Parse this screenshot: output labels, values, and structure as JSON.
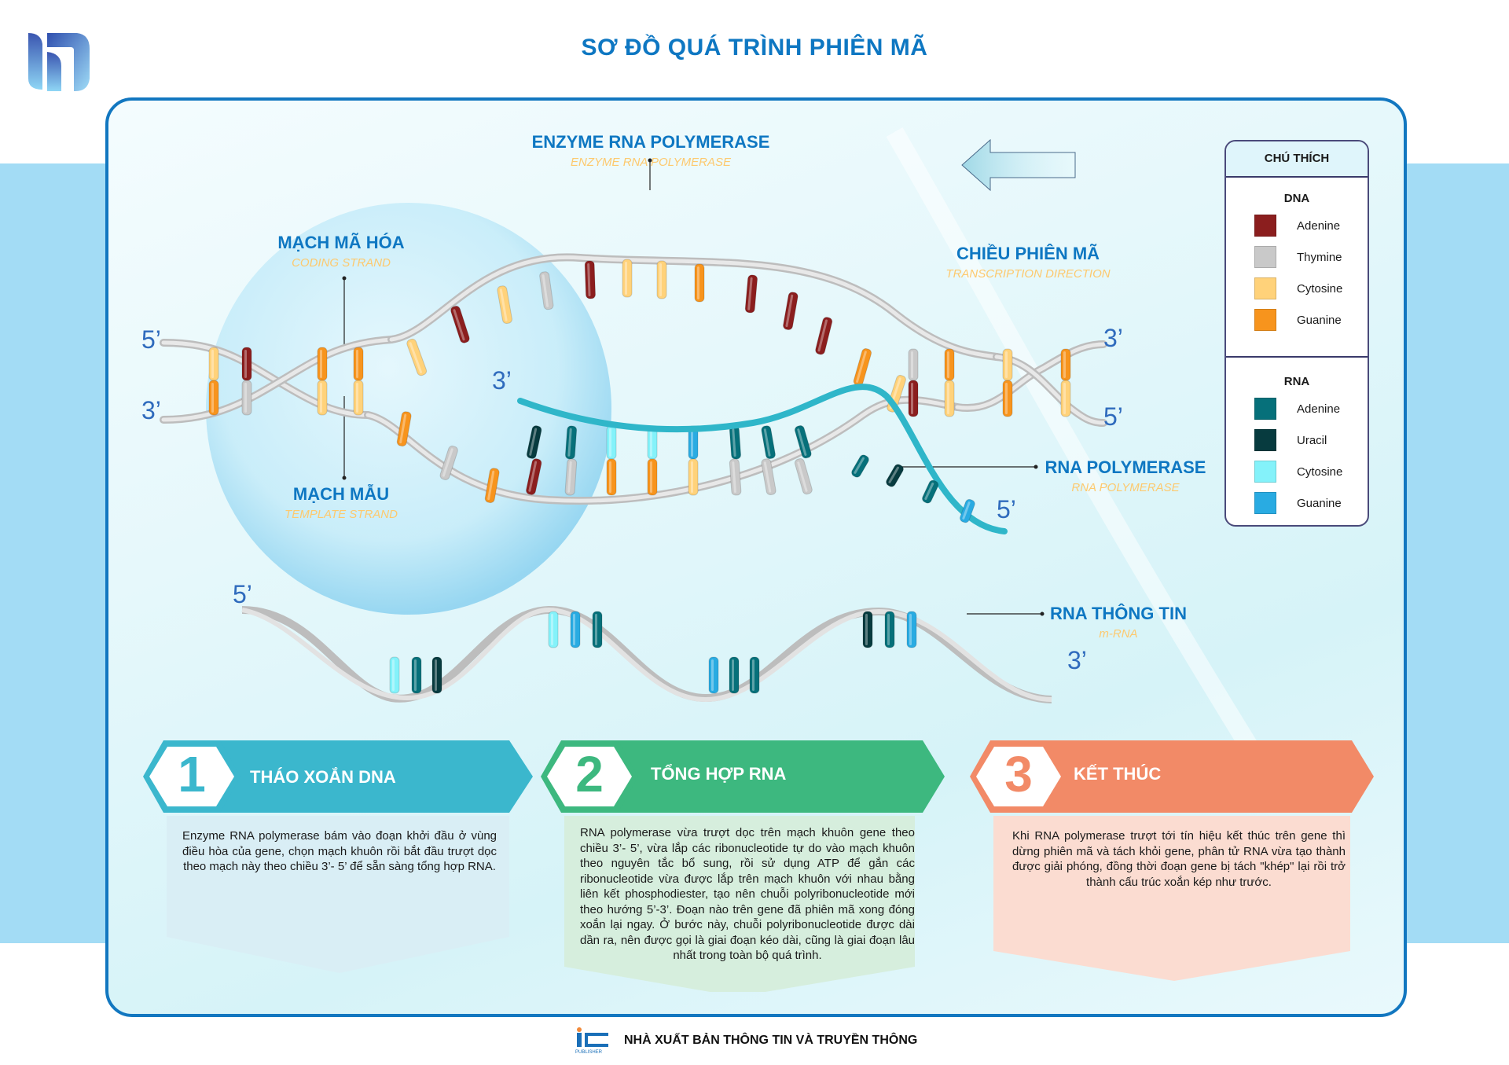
{
  "page": {
    "title": "SƠ ĐỒ QUÁ TRÌNH PHIÊN MÃ",
    "logo_icon": "publisher-logo-icon"
  },
  "colors": {
    "title_blue": "#0e77c2",
    "subtitle_yellow": "#fdc96e",
    "band_blue": "#a3dcf5",
    "frame_border": "#1277c0",
    "step1": "#3bb7cd",
    "step2": "#3db87f",
    "step3": "#f28a67"
  },
  "labels": {
    "enzyme": {
      "vi": "ENZYME RNA POLYMERASE",
      "en": "ENZYME RNA POLYMERASE"
    },
    "coding": {
      "vi": "MẠCH MÃ HÓA",
      "en": "CODING STRAND"
    },
    "template": {
      "vi": "MẠCH MẪU",
      "en": "TEMPLATE STRAND"
    },
    "direction": {
      "vi": "CHIỀU PHIÊN MÃ",
      "en": "TRANSCRIPTION DIRECTION"
    },
    "rna_pol": {
      "vi": "RNA POLYMERASE",
      "en": "RNA POLYMERASE"
    },
    "mrna": {
      "vi": "RNA THÔNG TIN",
      "en": "m-RNA"
    }
  },
  "primes": {
    "dna_left_top": "5’",
    "dna_left_bottom": "3’",
    "dna_right_top": "3’",
    "dna_right_bottom": "5’",
    "rna_3": "3’",
    "rna_5": "5’",
    "mrna_5": "5’",
    "mrna_3": "3’"
  },
  "legend": {
    "title": "CHÚ THÍCH",
    "sections": [
      {
        "title": "DNA",
        "items": [
          {
            "name": "Adenine",
            "color": "#8b1e1e"
          },
          {
            "name": "Thymine",
            "color": "#c9c9c9"
          },
          {
            "name": "Cytosine",
            "color": "#ffd27a"
          },
          {
            "name": "Guanine",
            "color": "#f7941d"
          }
        ]
      },
      {
        "title": "RNA",
        "items": [
          {
            "name": "Adenine",
            "color": "#06707a"
          },
          {
            "name": "Uracil",
            "color": "#073b3f"
          },
          {
            "name": "Cytosine",
            "color": "#84f2fa"
          },
          {
            "name": "Guanine",
            "color": "#29abe2"
          }
        ]
      }
    ]
  },
  "steps": [
    {
      "number": "1",
      "title": "THÁO XOẮN DNA",
      "body": "Enzyme RNA polymerase bám vào đoạn khởi đầu ở vùng điều hòa của gene, chọn mạch khuôn rồi bắt đầu trượt dọc theo mạch này theo chiều 3’- 5’ để sẵn sàng tổng hợp RNA."
    },
    {
      "number": "2",
      "title": "TỔNG HỢP RNA",
      "body": "RNA polymerase vừa trượt dọc trên mạch khuôn gene theo chiều 3’- 5’, vừa lắp các ribonucleotide tự do vào mạch khuôn theo nguyên tắc bổ sung, rồi sử dụng ATP để gắn các ribonucleotide vừa được lắp trên mạch khuôn với nhau bằng liên kết phosphodiester, tạo nên chuỗi polyribonucleotide mới theo hướng 5’-3’. Đoạn nào trên gene đã phiên mã xong đóng xoắn lại ngay. Ở bước này, chuỗi polyribonucleotide được dài dần ra, nên được gọi là giai đoạn kéo dài, cũng là giai đoạn lâu nhất trong toàn bộ quá trình."
    },
    {
      "number": "3",
      "title": "KẾT THÚC",
      "body": "Khi RNA polymerase trượt tới tín hiệu kết thúc trên gene thì dừng phiên mã và tách khỏi gene, phân tử RNA vừa tạo thành được giải phóng, đồng thời đoạn gene bị tách \"khép\" lại rồi trở thành cấu trúc xoắn kép như trước."
    }
  ],
  "footer": {
    "publisher_logo_text": "PUBLISHER",
    "publisher": "NHÀ XUẤT BẢN THÔNG TIN VÀ TRUYỀN THÔNG"
  }
}
